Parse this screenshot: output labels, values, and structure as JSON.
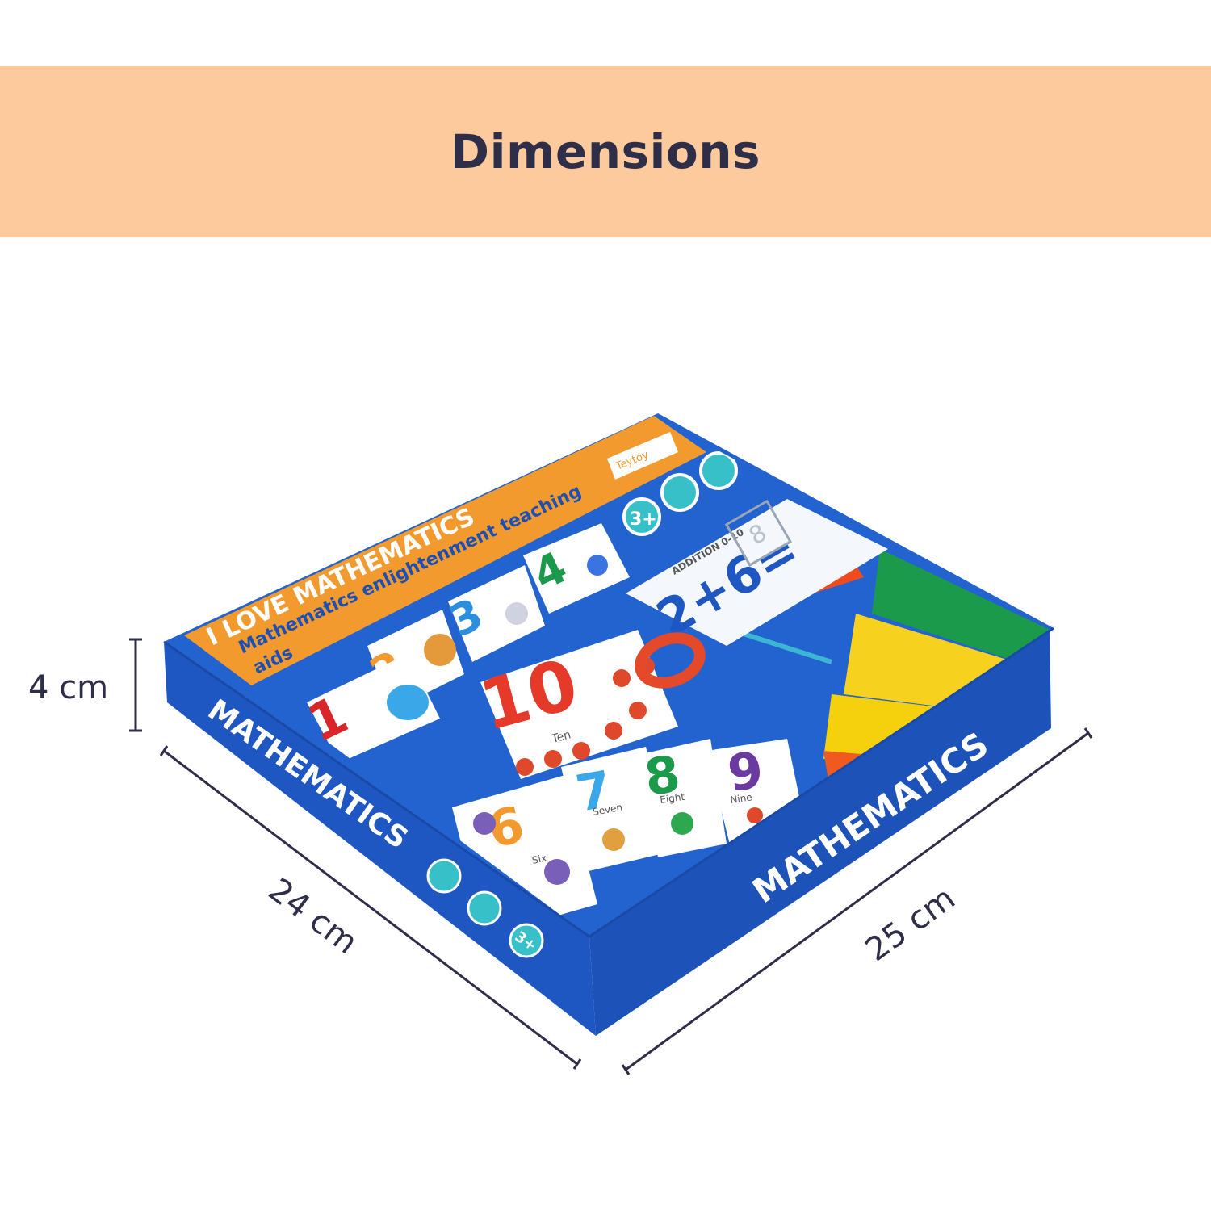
{
  "header": {
    "title": "Dimensions"
  },
  "dimensions": {
    "height": "4 cm",
    "depth": "24 cm",
    "width": "25 cm"
  },
  "product": {
    "title": "I LOVE MATHEMATICS",
    "subtitle_line1": "Mathematics enlightenment teaching",
    "subtitle_line2": "aids",
    "side_text": "MATHEMATICS",
    "brand": "Teytoy",
    "age_badge": "3+",
    "equation": "2+6=",
    "equation_caption": "ADDITION 0-10",
    "answer": "8",
    "card_numbers": [
      "1",
      "2",
      "3",
      "4",
      "10",
      "6",
      "7",
      "8",
      "9"
    ],
    "card_words": [
      "Ten",
      "Six",
      "Seven",
      "Eight",
      "Nine"
    ]
  },
  "colors": {
    "banner": "#fdca9d",
    "box_blue": "#1f59c6",
    "box_orange": "#f39a2e",
    "ink": "#2e2e48"
  }
}
